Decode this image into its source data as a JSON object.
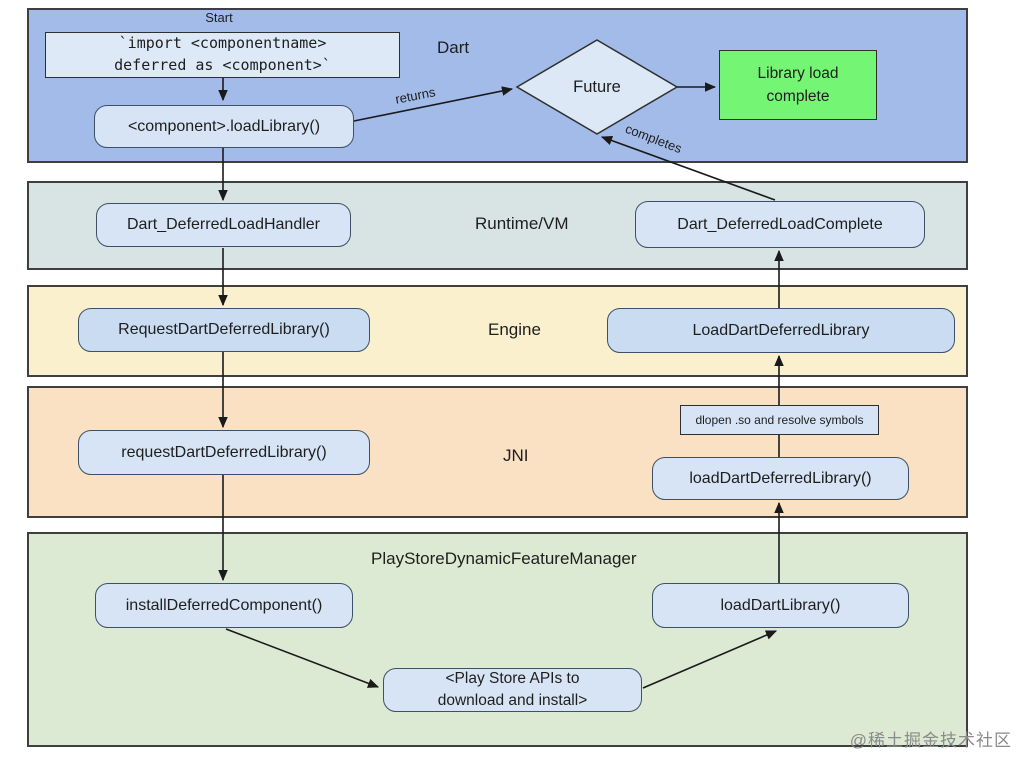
{
  "colors": {
    "band-dart": "#A2BBE8",
    "band-runtime": "#D8E4E3",
    "band-engine": "#FBF0CE",
    "band-jni": "#FAE1C3",
    "band-play": "#DCEAD3",
    "node-blue": "#D6E4F5",
    "node-blue-deep": "#C9DCF2",
    "node-import": "#DDE9F7",
    "node-diamond": "#DCE8F5",
    "node-green": "#74F574",
    "arrow": "#1A1A1A",
    "text": "#1E1E1E",
    "watermark": "#8A8A8A"
  },
  "bands": {
    "dart": "Dart",
    "runtime": "Runtime/VM",
    "engine": "Engine",
    "jni": "JNI",
    "play": "PlayStoreDynamicFeatureManager"
  },
  "nodes": {
    "start": "Start",
    "import_code": "`import <componentname>\ndeferred as <component>`",
    "load_library": "<component>.loadLibrary()",
    "future": "Future",
    "library_load_complete": "Library load\ncomplete",
    "deferred_load_handler": "Dart_DeferredLoadHandler",
    "deferred_load_complete": "Dart_DeferredLoadComplete",
    "request_dart_deferred_library": "RequestDartDeferredLibrary()",
    "load_dart_deferred_library_engine": "LoadDartDeferredLibrary",
    "request_dart_deferred_library_jni": "requestDartDeferredLibrary()",
    "dlopen_note": "dlopen .so and resolve symbols",
    "load_dart_deferred_library_jni": "loadDartDeferredLibrary()",
    "install_deferred_component": "installDeferredComponent()",
    "load_dart_library": "loadDartLibrary()",
    "play_store_apis": "<Play Store APIs to\ndownload and install>"
  },
  "edges": {
    "returns": "returns",
    "completes": "completes"
  },
  "watermark": "@稀土掘金技术社区"
}
